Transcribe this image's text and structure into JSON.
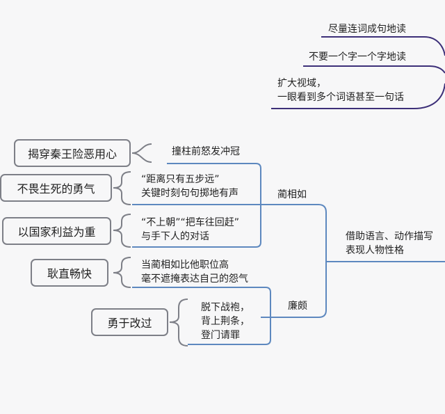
{
  "top_branch": {
    "items": [
      "尽量连词成句地读",
      "不要一个字一个字地读"
    ],
    "wide": [
      "扩大视域，",
      "一眼看到多个词语甚至一句话"
    ]
  },
  "root_branch": {
    "lines": [
      "借助语言、动作描写",
      "表现人物性格"
    ]
  },
  "lin": {
    "name": "蔺相如",
    "items": [
      {
        "lines": [
          "撞柱前怒发冲冠"
        ],
        "trait": "揭穿秦王险恶用心"
      },
      {
        "lines": [
          "“距离只有五步远”",
          "关键时刻句句掷地有声"
        ],
        "trait": "不畏生死的勇气"
      },
      {
        "lines": [
          "“不上朝”“把车往回赶”",
          "与手下人的对话"
        ],
        "trait": "以国家利益为重"
      }
    ]
  },
  "lian": {
    "name": "廉颇",
    "items": [
      {
        "lines": [
          "当蔺相如比他职位高",
          "毫不遮掩表达自己的怨气"
        ],
        "trait": "耿直畅快"
      },
      {
        "lines": [
          "脱下战袍，",
          "背上荆条，",
          "登门请罪"
        ],
        "trait": "勇于改过"
      }
    ]
  },
  "colors": {
    "purple": "#3c2f78",
    "blue": "#5d88bf",
    "gray": "#7d7f87",
    "bg": "#f7f7f8"
  }
}
